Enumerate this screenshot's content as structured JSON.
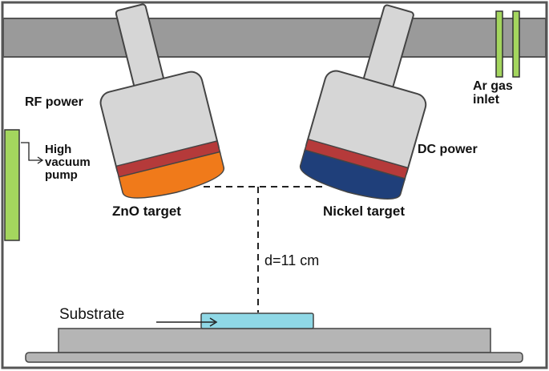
{
  "labels": {
    "rf_power": "RF power",
    "ar_gas_inlet": "Ar gas\ninlet",
    "high_vacuum_pump": "High\nvacuum\npump",
    "dc_power": "DC power",
    "zno_target": "ZnO target",
    "nickel_target": "Nickel target",
    "distance": "d=11 cm",
    "substrate": "Substrate"
  },
  "colors": {
    "frame": "#555555",
    "chamber_top": "#9a9a9a",
    "gun_body": "#d6d6d6",
    "zno_ring": "#b53a3a",
    "zno_target": "#f07a1a",
    "nickel_ring": "#b53a3a",
    "nickel_target": "#1f3f7a",
    "substrate": "#8fd8e6",
    "holder": "#b5b5b5",
    "pipe": "#a4d65e"
  }
}
